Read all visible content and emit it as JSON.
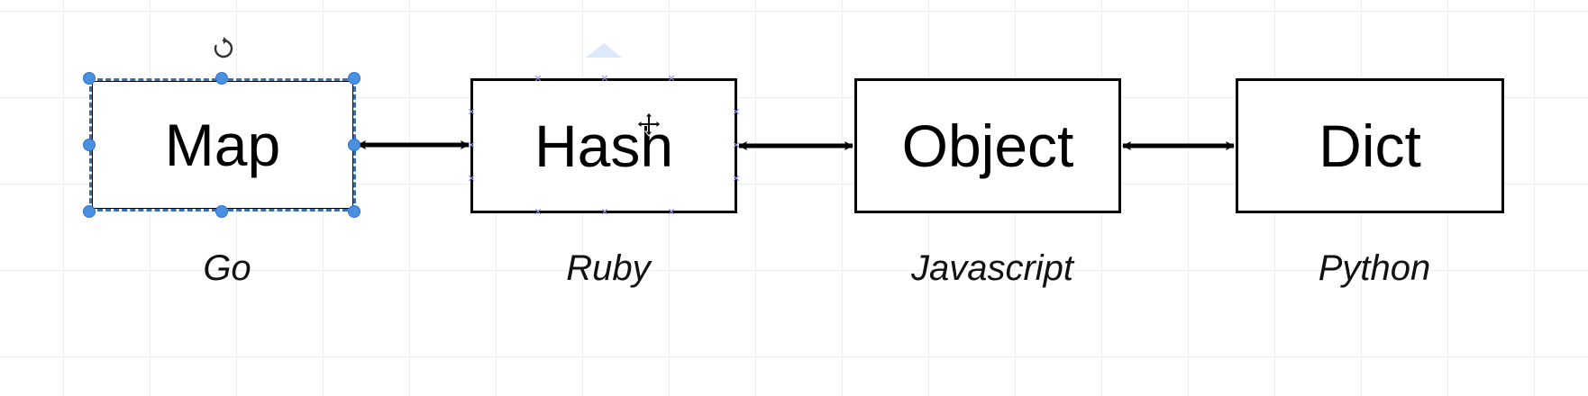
{
  "diagram": {
    "nodes": [
      {
        "id": "map",
        "label": "Map",
        "language": "Go",
        "selected": true
      },
      {
        "id": "hash",
        "label": "Hash",
        "language": "Ruby",
        "selected": false
      },
      {
        "id": "object",
        "label": "Object",
        "language": "Javascript",
        "selected": false
      },
      {
        "id": "dict",
        "label": "Dict",
        "language": "Python",
        "selected": false
      }
    ],
    "edges": [
      {
        "from": "map",
        "to": "hash",
        "direction": "both"
      },
      {
        "from": "hash",
        "to": "object",
        "direction": "both"
      },
      {
        "from": "object",
        "to": "dict",
        "direction": "both"
      }
    ]
  },
  "colors": {
    "stroke": "#000000",
    "selection": "#4a90e2",
    "grid": "#eeeeee",
    "background": "#ffffff"
  },
  "icons": {
    "rotate": "rotate-icon",
    "move": "move-cursor-icon"
  }
}
